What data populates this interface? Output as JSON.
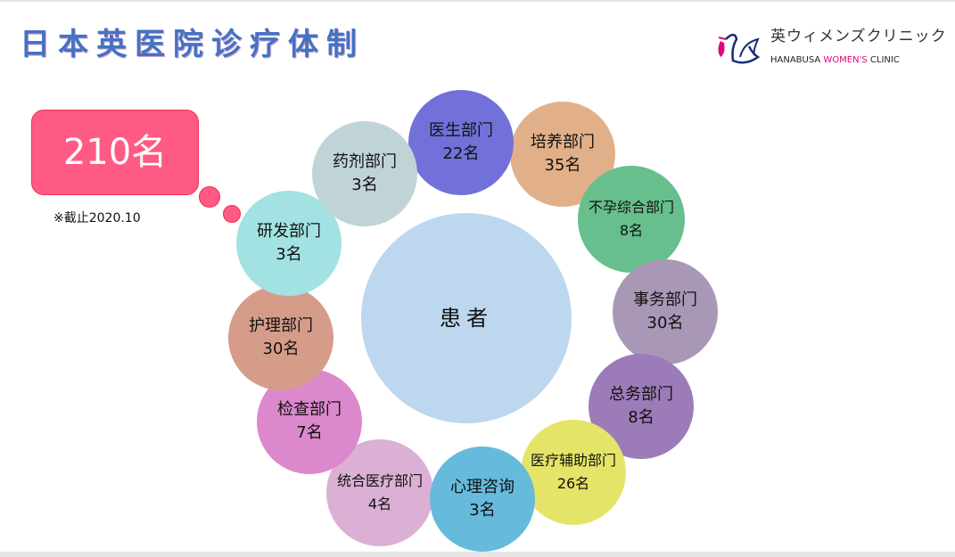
{
  "title": "日本英医院诊疗体制",
  "logo": {
    "jp": "英ウィメンズクリニック",
    "en_a": "HANABUSA ",
    "en_b": "WOMEN'S",
    "en_c": " CLINIC"
  },
  "total": {
    "value": "210名",
    "note": "※截止2020.10"
  },
  "center": {
    "label": "患者"
  },
  "departments": [
    {
      "name": "医生部门",
      "count": "22名",
      "color": "#7171d9"
    },
    {
      "name": "培养部门",
      "count": "35名",
      "color": "#e2b088"
    },
    {
      "name": "不孕综合部门",
      "count": "8名",
      "color": "#66bf8c"
    },
    {
      "name": "事务部门",
      "count": "30名",
      "color": "#a898b6"
    },
    {
      "name": "总务部门",
      "count": "8名",
      "color": "#9c7cb8"
    },
    {
      "name": "医疗辅助部门",
      "count": "26名",
      "color": "#e4e468"
    },
    {
      "name": "心理咨询",
      "count": "3名",
      "color": "#66badc"
    },
    {
      "name": "统合医疗部门",
      "count": "4名",
      "color": "#dcb0d4"
    },
    {
      "name": "检查部门",
      "count": "7名",
      "color": "#dc88cc"
    },
    {
      "name": "护理部门",
      "count": "30名",
      "color": "#d69c8a"
    },
    {
      "name": "研发部门",
      "count": "3名",
      "color": "#a2e2e2"
    },
    {
      "name": "药剂部门",
      "count": "3名",
      "color": "#c0d4d8"
    }
  ]
}
